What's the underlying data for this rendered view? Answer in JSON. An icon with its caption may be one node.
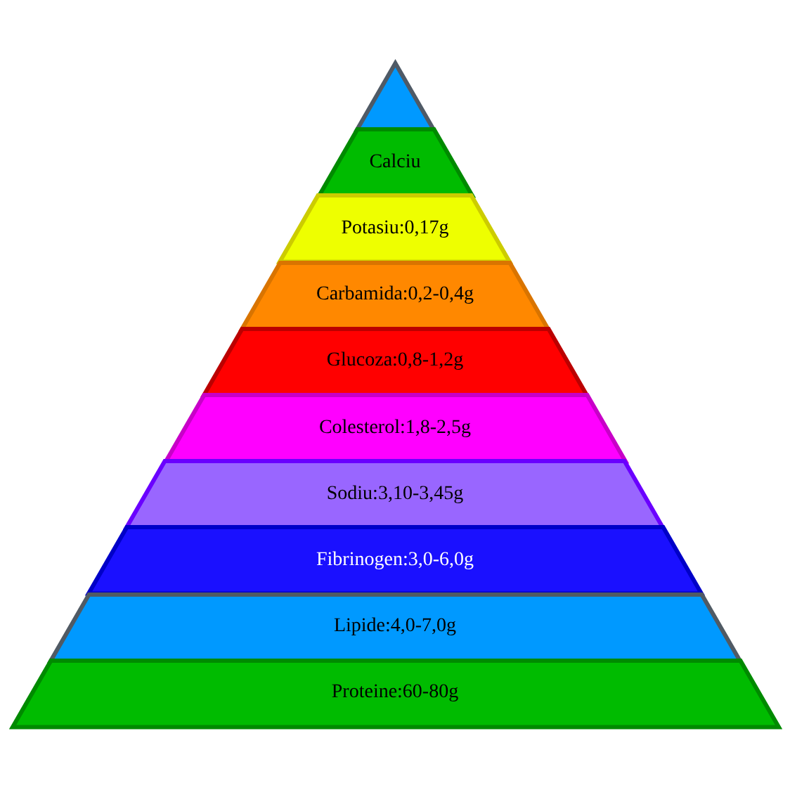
{
  "diagram": {
    "nodes": [
      {
        "text": [],
        "shape": "triangle"
      },
      {
        "text": [
          "Calciu"
        ]
      },
      {
        "text": [
          "Potasiu:0,17g"
        ]
      },
      {
        "text": [
          "Carbamida:0,2-0,4g"
        ]
      },
      {
        "text": [
          "Glucoza:0,8-1,2g"
        ]
      },
      {
        "text": [
          "Colesterol:1,8-2,5g"
        ]
      },
      {
        "text": [
          "Sodiu:3,10-3,45g"
        ]
      },
      {
        "text": [
          "Fibrinogen:3,0-6,0g"
        ]
      },
      {
        "text": [
          "Lipide:4,0-7,0g"
        ]
      },
      {
        "text": [
          "Proteine:60-80g"
        ]
      }
    ]
  }
}
